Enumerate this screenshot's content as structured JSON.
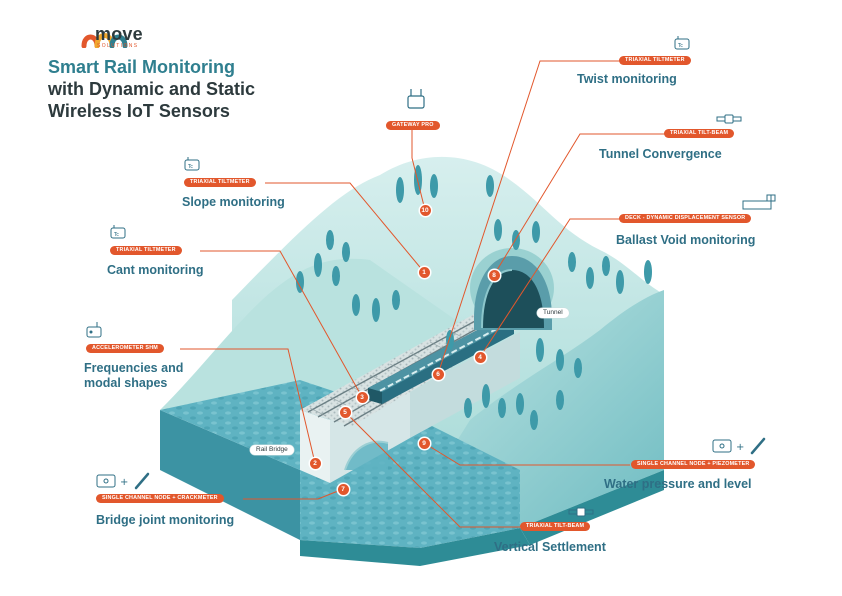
{
  "brand": {
    "name": "move",
    "tagline": "SOLUTIONS"
  },
  "title": {
    "line1": "Smart Rail Monitoring",
    "line2": "with Dynamic and Static",
    "line3": "Wireless IoT Sensors"
  },
  "places": {
    "tunnel": "Tunnel",
    "rail_bridge": "Rail Bridge"
  },
  "colors": {
    "accent": "#e2572c",
    "heading": "#2f6f85",
    "terrain": "#9fd6d3",
    "water": "#5fb3c2"
  },
  "callouts": [
    {
      "id": "twist",
      "number": "6",
      "sensor": "TRIAXIAL TILTMETER",
      "use": "Twist monitoring",
      "icon": "tiltmeter-icon"
    },
    {
      "id": "gateway",
      "number": "10",
      "sensor": "GATEWAY PRO",
      "use": "",
      "icon": "gateway-icon"
    },
    {
      "id": "tunnel",
      "number": "8",
      "sensor": "TRIAXIAL TILT-BEAM",
      "use": "Tunnel Convergence",
      "icon": "tilt-beam-icon"
    },
    {
      "id": "slope",
      "number": "1",
      "sensor": "TRIAXIAL TILTMETER",
      "use": "Slope monitoring",
      "icon": "tiltmeter-icon"
    },
    {
      "id": "ballast",
      "number": "4",
      "sensor": "DECK - DYNAMIC DISPLACEMENT SENSOR",
      "use": "Ballast Void monitoring",
      "icon": "deck-sensor-icon"
    },
    {
      "id": "cant",
      "number": "3",
      "sensor": "TRIAXIAL TILTMETER",
      "use": "Cant monitoring",
      "icon": "tiltmeter-icon"
    },
    {
      "id": "freq",
      "number": "2",
      "sensor": "ACCELEROMETER SHM",
      "use": "Frequencies and modal shapes",
      "use_line1": "Frequencies and",
      "use_line2": "modal shapes",
      "icon": "accelerometer-icon"
    },
    {
      "id": "water",
      "number": "9",
      "sensor": "SINGLE CHANNEL NODE + PIEZOMETER",
      "use": "Water pressure and level",
      "icon": "node-piezometer-icon"
    },
    {
      "id": "joint",
      "number": "7",
      "sensor": "SINGLE CHANNEL NODE + CRACKMETER",
      "use": "Bridge joint monitoring",
      "icon": "node-crackmeter-icon"
    },
    {
      "id": "settle",
      "number": "5",
      "sensor": "TRIAXIAL TILT-BEAM",
      "use": "Vertical Settlement",
      "icon": "tilt-beam-icon"
    }
  ]
}
